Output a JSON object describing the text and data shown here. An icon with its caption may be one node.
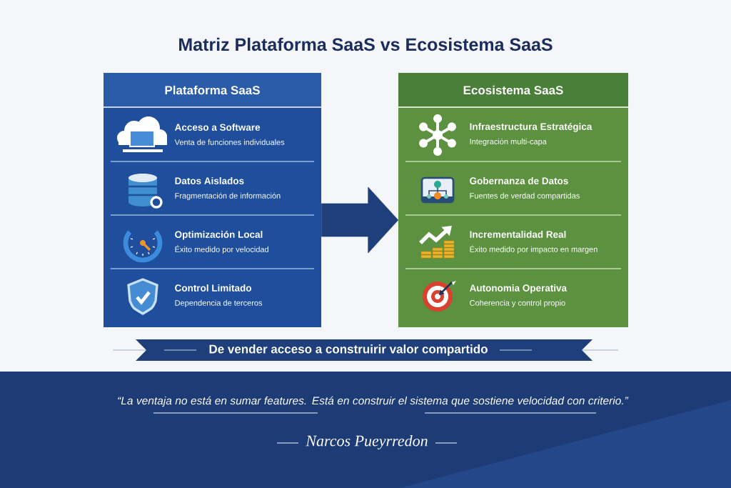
{
  "diagram": {
    "title": "Matriz Plataforma SaaS vs Ecosistema SaaS",
    "nodes": [
      {
        "text": [
          "Plataforma SaaS"
        ]
      },
      {
        "text": [
          "Acceso a Software",
          "Venta de funciones individuales"
        ],
        "in": 0
      },
      {
        "text": [
          "Datos Aislados",
          "Fragmentación de información"
        ],
        "in": 0
      },
      {
        "text": [
          "Optimización Local",
          "Éxito medido por velocidad"
        ],
        "in": 0
      },
      {
        "text": [
          "Control Limitado",
          "Dependencia de terceros"
        ],
        "in": 0
      },
      {
        "text": [
          "Ecosistema SaaS"
        ]
      },
      {
        "text": [
          "Infraestructura Estratégica",
          "Integración multi-capa"
        ],
        "in": 5
      },
      {
        "text": [
          "Gobernanza de Datos",
          "Fuentes de verdad compartidas"
        ],
        "in": 5
      },
      {
        "text": [
          "Incrementalidad Real",
          "Éxito medido por impacto en margen"
        ],
        "in": 5
      },
      {
        "text": [
          "Autonomia Operativa",
          "Coherencia y control propio"
        ],
        "in": 5
      },
      {
        "text": [
          "De vender acceso a construirir valor compartido"
        ]
      },
      {
        "text": [
          "“La ventaja no está en sumar features. Está en construir el sistema que sostiene velocidad con criterio.”",
          "Narcos Pueyrredon"
        ]
      }
    ],
    "edges": [
      {
        "from": 0,
        "to": 5,
        "arrow": "to"
      }
    ]
  }
}
